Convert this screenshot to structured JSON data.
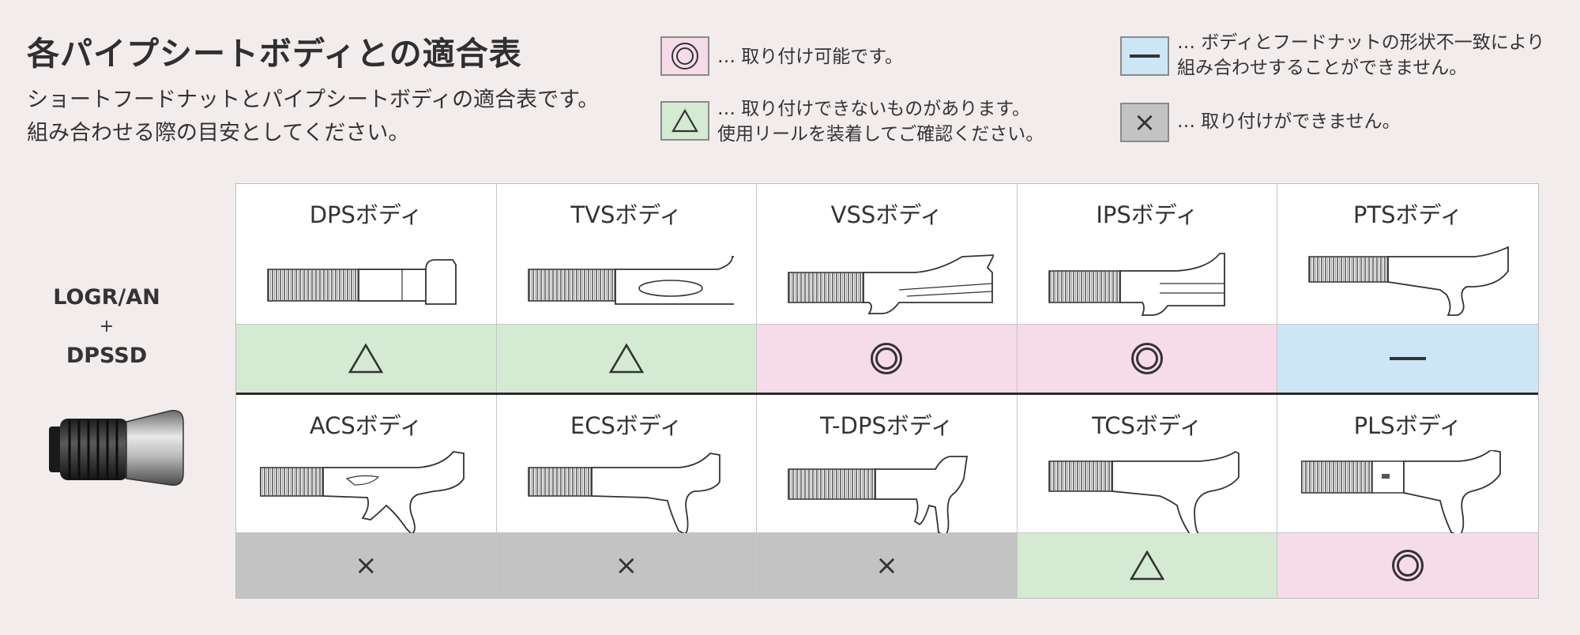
{
  "header": {
    "title": "各パイプシートボディとの適合表",
    "description_line1": "ショートフードナットとパイプシートボディの適合表です。",
    "description_line2": "組み合わせる際の目安としてください。"
  },
  "legend": [
    {
      "symbol": "◎",
      "color": "#f6dbe8",
      "text": "… 取り付け可能です。"
    },
    {
      "symbol": "△",
      "color": "#d4ead3",
      "text": "… 取り付けできないものがあります。\n使用リールを装着してご確認ください。"
    },
    {
      "symbol": "—",
      "color": "#cde6f5",
      "text": "… ボディとフードナットの形状不一致により\n組み合わせすることができません。"
    },
    {
      "symbol": "×",
      "color": "#c3c3c3",
      "text": "… 取り付けができません。"
    }
  ],
  "reel": {
    "line1": "LOGR/AN",
    "plus": "+",
    "line2": "DPSSD"
  },
  "colors": {
    "possible": "#f6dbe8",
    "partial": "#d4ead3",
    "mismatch": "#cde6f5",
    "impossible": "#c3c3c3"
  },
  "table": {
    "row1": [
      {
        "name": "DPSボディ",
        "symbol": "△",
        "status": "partial"
      },
      {
        "name": "TVSボディ",
        "symbol": "△",
        "status": "partial"
      },
      {
        "name": "VSSボディ",
        "symbol": "◎",
        "status": "possible"
      },
      {
        "name": "IPSボディ",
        "symbol": "◎",
        "status": "possible"
      },
      {
        "name": "PTSボディ",
        "symbol": "—",
        "status": "mismatch"
      }
    ],
    "row2": [
      {
        "name": "ACSボディ",
        "symbol": "×",
        "status": "impossible"
      },
      {
        "name": "ECSボディ",
        "symbol": "×",
        "status": "impossible"
      },
      {
        "name": "T-DPSボディ",
        "symbol": "×",
        "status": "impossible"
      },
      {
        "name": "TCSボディ",
        "symbol": "△",
        "status": "partial"
      },
      {
        "name": "PLSボディ",
        "symbol": "◎",
        "status": "possible"
      }
    ]
  }
}
